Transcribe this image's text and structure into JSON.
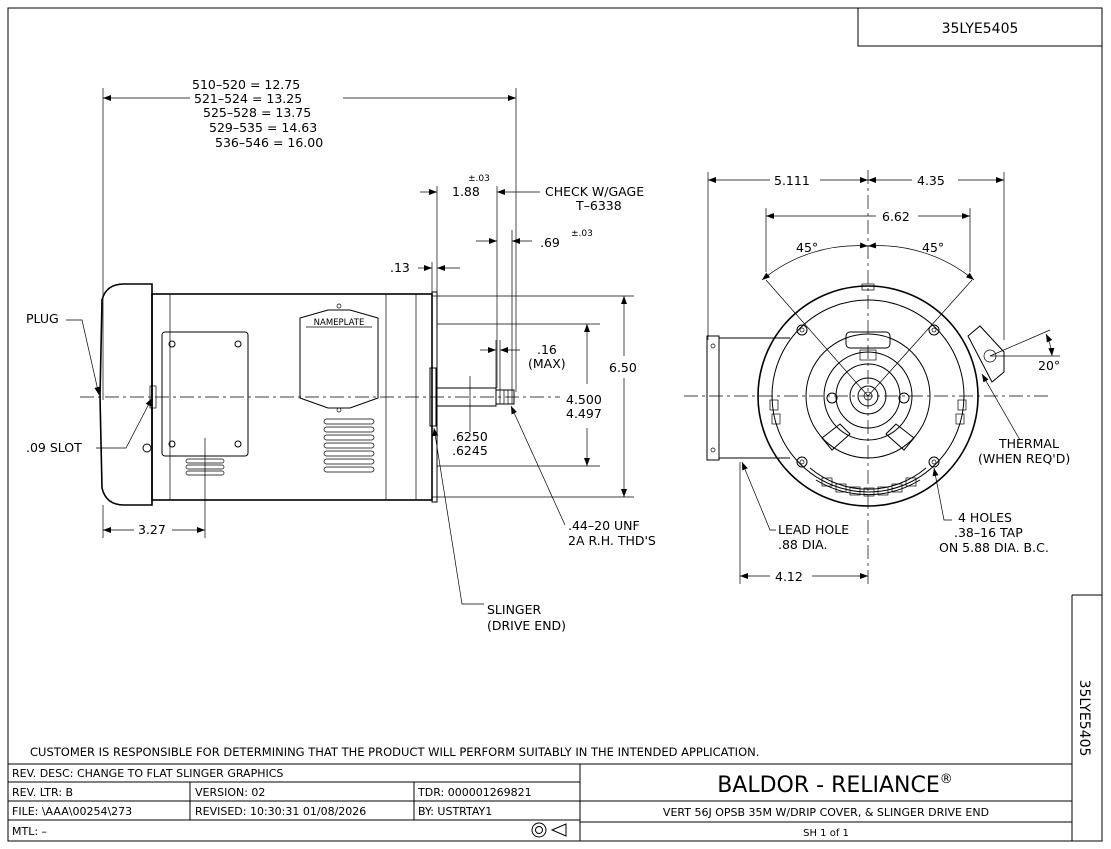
{
  "drawing": {
    "part_number": "35LYE5405",
    "side_part_number": "35LYE5405",
    "disclaimer": "CUSTOMER IS RESPONSIBLE FOR DETERMINING THAT THE PRODUCT WILL PERFORM SUITABLY IN THE INTENDED APPLICATION."
  },
  "side_view": {
    "length_table": [
      "510–520 = 12.75",
      "521–524 = 13.25",
      "525–528 = 13.75",
      "529–535 = 14.63",
      "536–546 = 16.00"
    ],
    "plug_label": "PLUG",
    "slot_label": ".09 SLOT",
    "nameplate_label": "NAMEPLATE",
    "dim_188": "1.88",
    "tol_03_a": "±.03",
    "check_gage_1": "CHECK W/GAGE",
    "check_gage_2": "T–6338",
    "dim_069": ".69",
    "tol_03_b": "±.03",
    "dim_013": ".13",
    "dim_016": ".16",
    "dim_016_max": "(MAX)",
    "dim_4500": "4.500",
    "dim_4497": "4.497",
    "dim_650": "6.50",
    "dim_6250": ".6250",
    "dim_6245": ".6245",
    "dim_327": "3.27",
    "thread_1": ".44–20 UNF",
    "thread_2": "2A R.H. THD'S",
    "slinger_1": "SLINGER",
    "slinger_2": "(DRIVE END)"
  },
  "end_view": {
    "dim_5111": "5.111",
    "dim_435": "4.35",
    "dim_662": "6.62",
    "angle_left": "45°",
    "angle_right": "45°",
    "angle_20": "20°",
    "thermal_1": "THERMAL",
    "thermal_2": "(WHEN REQ'D)",
    "lead_hole_1": "LEAD HOLE",
    "lead_hole_2": ".88 DIA.",
    "holes_1": "4 HOLES",
    "holes_2": ".38–16 TAP",
    "holes_3": "ON 5.88 DIA. B.C.",
    "dim_412": "4.12"
  },
  "title_block": {
    "rev_desc": "REV. DESC:  CHANGE TO FLAT SLINGER GRAPHICS",
    "rev_ltr": "REV. LTR:  B",
    "version": "VERSION: 02",
    "tdr": "TDR: 000001269821",
    "file": "FILE: \\AAA\\00254\\273",
    "revised": "REVISED: 10:30:31 01/08/2026",
    "by": "BY: USTRTAY1",
    "mtl": "MTL: –",
    "company": "BALDOR - RELIANCE",
    "registered": "®",
    "description": "VERT 56J   OPSB 35M   W/DRIP COVER, & SLINGER DRIVE END",
    "sheet": "SH 1 of 1"
  }
}
